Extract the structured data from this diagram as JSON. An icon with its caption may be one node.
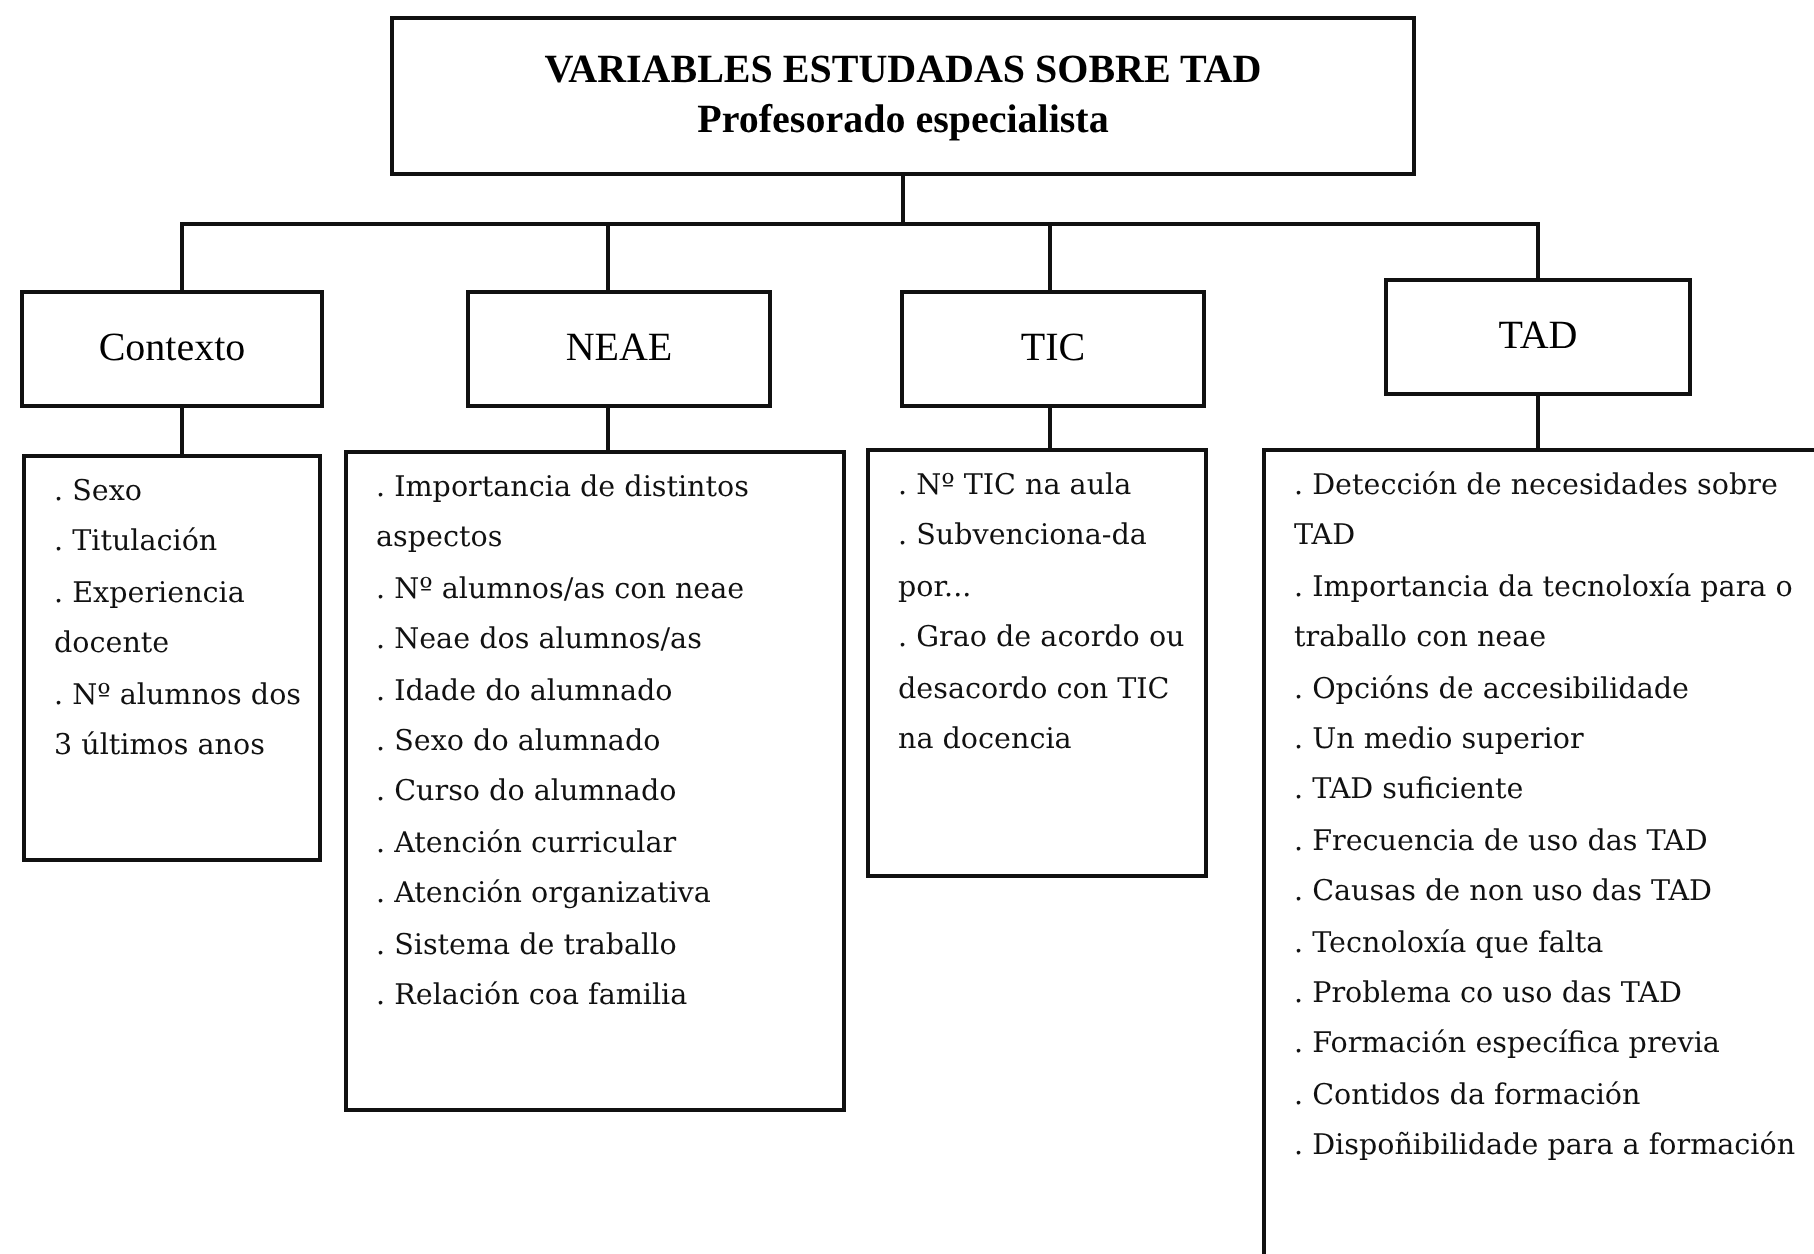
{
  "diagram": {
    "nodes": [
      {
        "text": [
          "VARIABLES ESTUDADAS SOBRE TAD",
          "Profesorado especialista"
        ]
      },
      {
        "text": [
          "Contexto"
        ]
      },
      {
        "text": [
          "NEAE"
        ]
      },
      {
        "text": [
          "TIC"
        ]
      },
      {
        "text": [
          "TAD"
        ]
      },
      {
        "text": [
          ". Sexo",
          ". Titulación",
          ". Experiencia docente",
          ". Nº alumnos dos 3 últimos anos"
        ]
      },
      {
        "text": [
          ". Importancia de distintos aspectos",
          ". Nº alumnos/as con neae",
          ". Neae dos alumnos/as",
          ". Idade do alumnado",
          ". Sexo do alumnado",
          ". Curso do alumnado",
          ". Atención curricular",
          ". Atención organizativa",
          ". Sistema de traballo",
          ". Relación coa familia"
        ]
      },
      {
        "text": [
          ". Nº TIC na aula",
          ". Subvenciona-da por...",
          ". Grao de acordo ou desacordo con TIC na docencia"
        ]
      },
      {
        "text": [
          ". Detección de necesidades sobre TAD",
          ". Importancia da tecnoloxía para o traballo con neae",
          ". Opcións de accesibilidade",
          ". Un medio superior",
          ". TAD suficiente",
          ". Frecuencia de uso das TAD",
          ". Causas de non uso das TAD",
          ". Tecnoloxía que falta",
          ". Problema co uso das TAD",
          ". Formación específica previa",
          ". Contidos da formación",
          ". Dispoñibilidade para a formación"
        ]
      }
    ],
    "edges": [
      {
        "from": 0,
        "to": 1,
        "arrow": "none"
      },
      {
        "from": 0,
        "to": 2,
        "arrow": "none"
      },
      {
        "from": 0,
        "to": 3,
        "arrow": "none"
      },
      {
        "from": 0,
        "to": 4,
        "arrow": "none"
      },
      {
        "from": 1,
        "to": 5,
        "arrow": "none"
      },
      {
        "from": 2,
        "to": 6,
        "arrow": "none"
      },
      {
        "from": 3,
        "to": 7,
        "arrow": "none"
      },
      {
        "from": 4,
        "to": 8,
        "arrow": "none"
      }
    ]
  }
}
